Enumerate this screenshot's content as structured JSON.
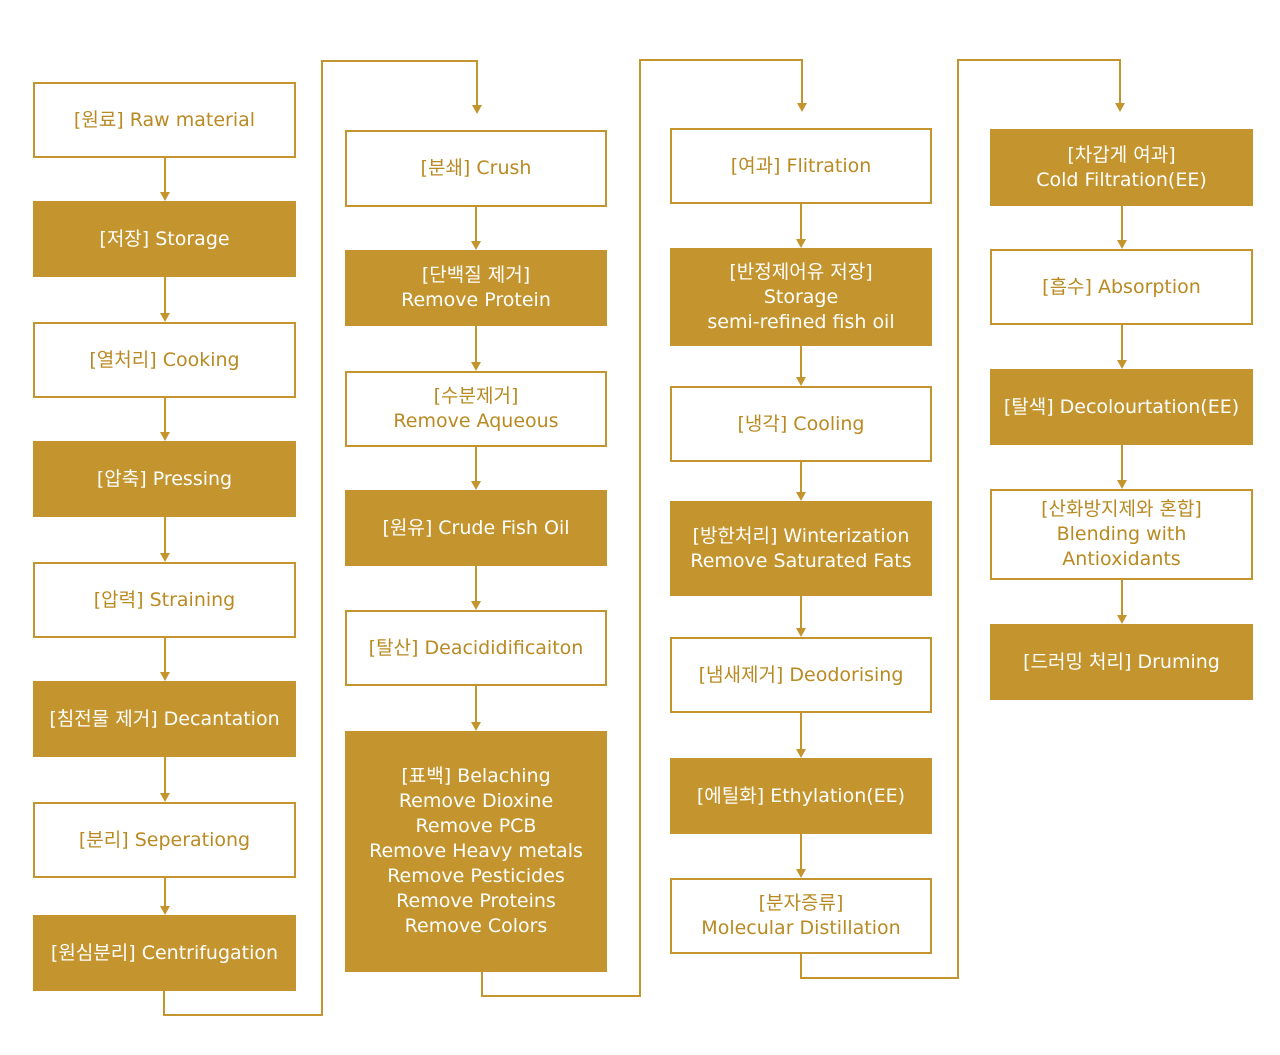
{
  "colors": {
    "accent": "#c4952e",
    "outline_text": "#b98a22",
    "filled_text": "#ffffff",
    "background": "#ffffff"
  },
  "steps": [
    {
      "id": "raw-material",
      "lines": [
        "[원료] Raw material"
      ],
      "style": "outline"
    },
    {
      "id": "storage",
      "lines": [
        "[저장] Storage"
      ],
      "style": "filled"
    },
    {
      "id": "cooking",
      "lines": [
        "[열처리] Cooking"
      ],
      "style": "outline"
    },
    {
      "id": "pressing",
      "lines": [
        "[압축] Pressing"
      ],
      "style": "filled"
    },
    {
      "id": "straining",
      "lines": [
        "[압력] Straining"
      ],
      "style": "outline"
    },
    {
      "id": "decantation",
      "lines": [
        "[침전물 제거] Decantation"
      ],
      "style": "filled"
    },
    {
      "id": "seperationg",
      "lines": [
        "[분리] Seperationg"
      ],
      "style": "outline"
    },
    {
      "id": "centrifugation",
      "lines": [
        "[원심분리] Centrifugation"
      ],
      "style": "filled"
    },
    {
      "id": "crush",
      "lines": [
        "[분쇄] Crush"
      ],
      "style": "outline"
    },
    {
      "id": "remove-protein",
      "lines": [
        "[단백질 제거]",
        "Remove Protein"
      ],
      "style": "filled"
    },
    {
      "id": "remove-aqueous",
      "lines": [
        "[수분제거]",
        "Remove Aqueous"
      ],
      "style": "outline"
    },
    {
      "id": "crude-fish-oil",
      "lines": [
        "[원유] Crude Fish Oil"
      ],
      "style": "filled"
    },
    {
      "id": "deacididificaiton",
      "lines": [
        "[탈산] Deacididificaiton"
      ],
      "style": "outline"
    },
    {
      "id": "belaching",
      "lines": [
        "[표백] Belaching",
        "Remove Dioxine",
        "Remove PCB",
        "Remove Heavy metals",
        "Remove Pesticides",
        "Remove Proteins",
        "Remove Colors"
      ],
      "style": "filled"
    },
    {
      "id": "flitration",
      "lines": [
        "[여과] Flitration"
      ],
      "style": "outline"
    },
    {
      "id": "semi-refined-storage",
      "lines": [
        "[반정제어유 저장]",
        "Storage",
        "semi-refined fish oil"
      ],
      "style": "filled"
    },
    {
      "id": "cooling",
      "lines": [
        "[냉각] Cooling"
      ],
      "style": "outline"
    },
    {
      "id": "winterization",
      "lines": [
        "[방한처리] Winterization",
        "Remove Saturated Fats"
      ],
      "style": "filled"
    },
    {
      "id": "deodorising",
      "lines": [
        "[냄새제거] Deodorising"
      ],
      "style": "outline"
    },
    {
      "id": "ethylation",
      "lines": [
        "[에틸화] Ethylation(EE)"
      ],
      "style": "filled"
    },
    {
      "id": "molecular-distillation",
      "lines": [
        "[분자증류]",
        "Molecular Distillation"
      ],
      "style": "outline"
    },
    {
      "id": "cold-filtration",
      "lines": [
        "[차갑게 여과]",
        "Cold Filtration(EE)"
      ],
      "style": "filled"
    },
    {
      "id": "absorption",
      "lines": [
        "[흡수] Absorption"
      ],
      "style": "outline"
    },
    {
      "id": "decolourtation",
      "lines": [
        "[탈색] Decolourtation(EE)"
      ],
      "style": "filled"
    },
    {
      "id": "blending",
      "lines": [
        "[산화방지제와 혼합]",
        "Blending with",
        "Antioxidants"
      ],
      "style": "outline"
    },
    {
      "id": "druming",
      "lines": [
        "[드러밍 처리] Druming"
      ],
      "style": "filled"
    }
  ]
}
